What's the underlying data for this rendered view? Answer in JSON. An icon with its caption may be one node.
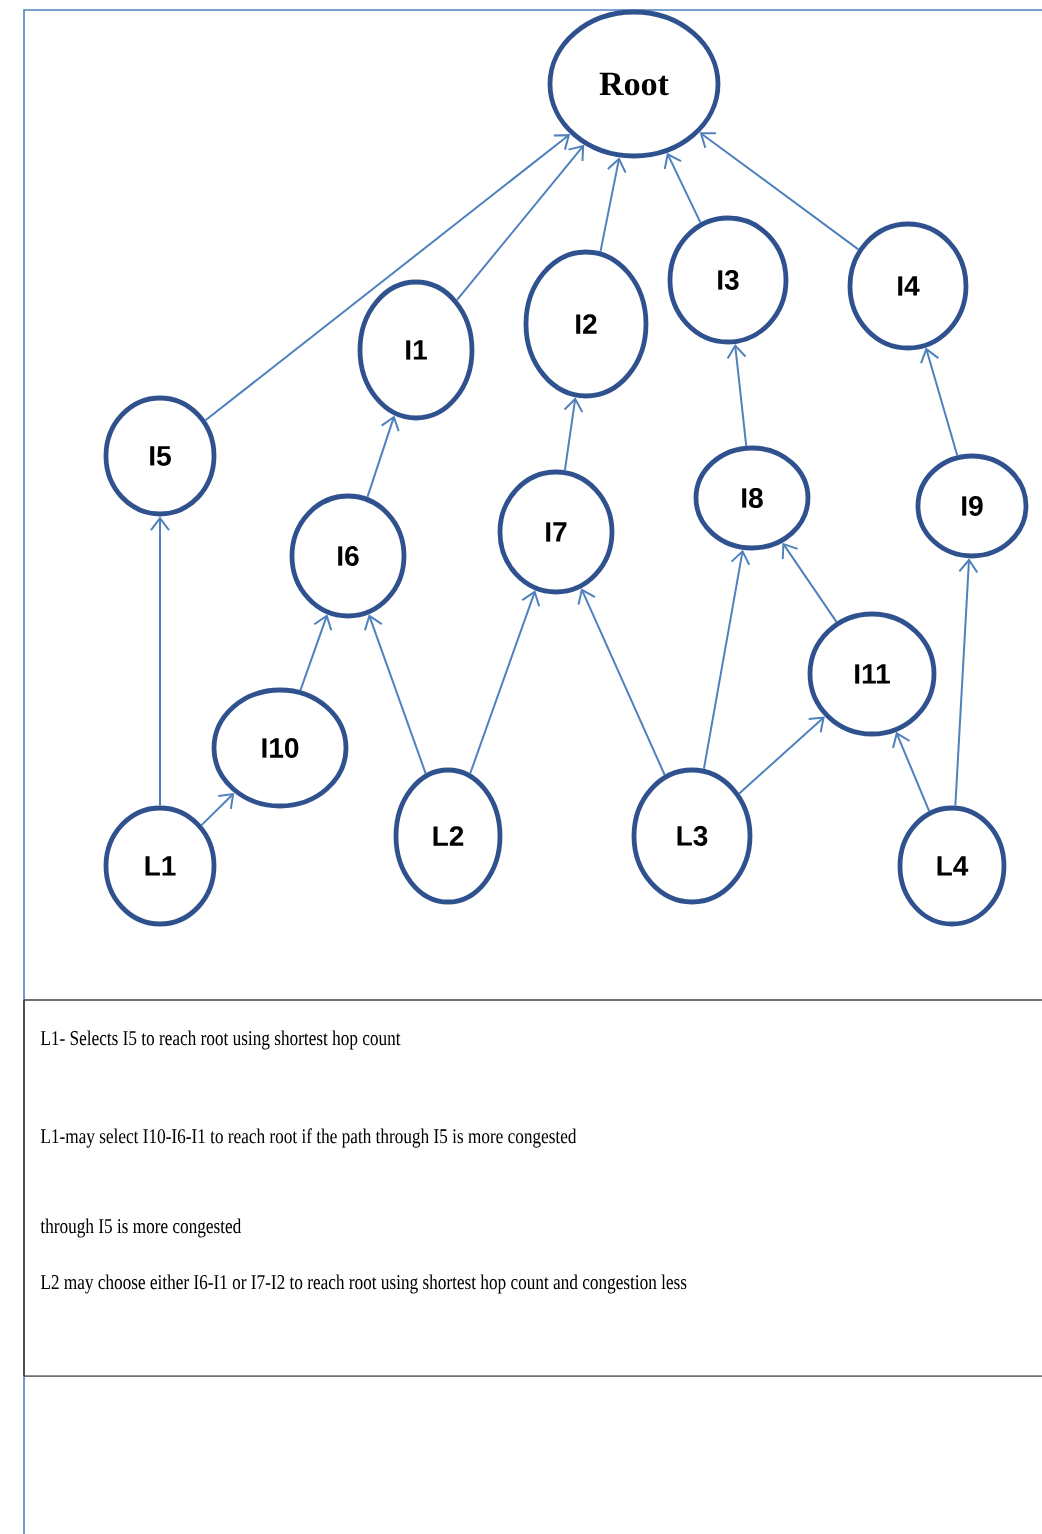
{
  "diagram": {
    "nodes": [
      {
        "text": [
          "Root"
        ]
      },
      {
        "text": [
          "I1"
        ]
      },
      {
        "text": [
          "I2"
        ]
      },
      {
        "text": [
          "I3"
        ]
      },
      {
        "text": [
          "I4"
        ]
      },
      {
        "text": [
          "I5"
        ]
      },
      {
        "text": [
          "I6"
        ]
      },
      {
        "text": [
          "I7"
        ]
      },
      {
        "text": [
          "I8"
        ]
      },
      {
        "text": [
          "I9"
        ]
      },
      {
        "text": [
          "I10"
        ]
      },
      {
        "text": [
          "I11"
        ]
      },
      {
        "text": [
          "L1"
        ]
      },
      {
        "text": [
          "L2"
        ]
      },
      {
        "text": [
          "L3"
        ]
      },
      {
        "text": [
          "L4"
        ]
      }
    ],
    "edges": [
      {
        "from": 5,
        "to": 0,
        "arrow": "to"
      },
      {
        "from": 1,
        "to": 0,
        "arrow": "to"
      },
      {
        "from": 2,
        "to": 0,
        "arrow": "to"
      },
      {
        "from": 3,
        "to": 0,
        "arrow": "to"
      },
      {
        "from": 4,
        "to": 0,
        "arrow": "to"
      },
      {
        "from": 6,
        "to": 1,
        "arrow": "to"
      },
      {
        "from": 7,
        "to": 2,
        "arrow": "to"
      },
      {
        "from": 8,
        "to": 3,
        "arrow": "to"
      },
      {
        "from": 9,
        "to": 4,
        "arrow": "to"
      },
      {
        "from": 12,
        "to": 5,
        "arrow": "to"
      },
      {
        "from": 12,
        "to": 10,
        "arrow": "to"
      },
      {
        "from": 10,
        "to": 6,
        "arrow": "to"
      },
      {
        "from": 13,
        "to": 6,
        "arrow": "to"
      },
      {
        "from": 13,
        "to": 7,
        "arrow": "to"
      },
      {
        "from": 14,
        "to": 7,
        "arrow": "to"
      },
      {
        "from": 14,
        "to": 8,
        "arrow": "to"
      },
      {
        "from": 14,
        "to": 11,
        "arrow": "to"
      },
      {
        "from": 11,
        "to": 8,
        "arrow": "to"
      },
      {
        "from": 15,
        "to": 11,
        "arrow": "to"
      },
      {
        "from": 15,
        "to": 9,
        "arrow": "to"
      }
    ],
    "labels": [
      "L1- Selects I5 to reach root using  shortest hop count",
      "L1-may select I10-I6-I1  to reach root if the path through I5 is more congested",
      "through I5 is more congested",
      "L2 may choose either I6-I1 or I7-I2 to reach root using  shortest hop count and congestion less"
    ]
  }
}
